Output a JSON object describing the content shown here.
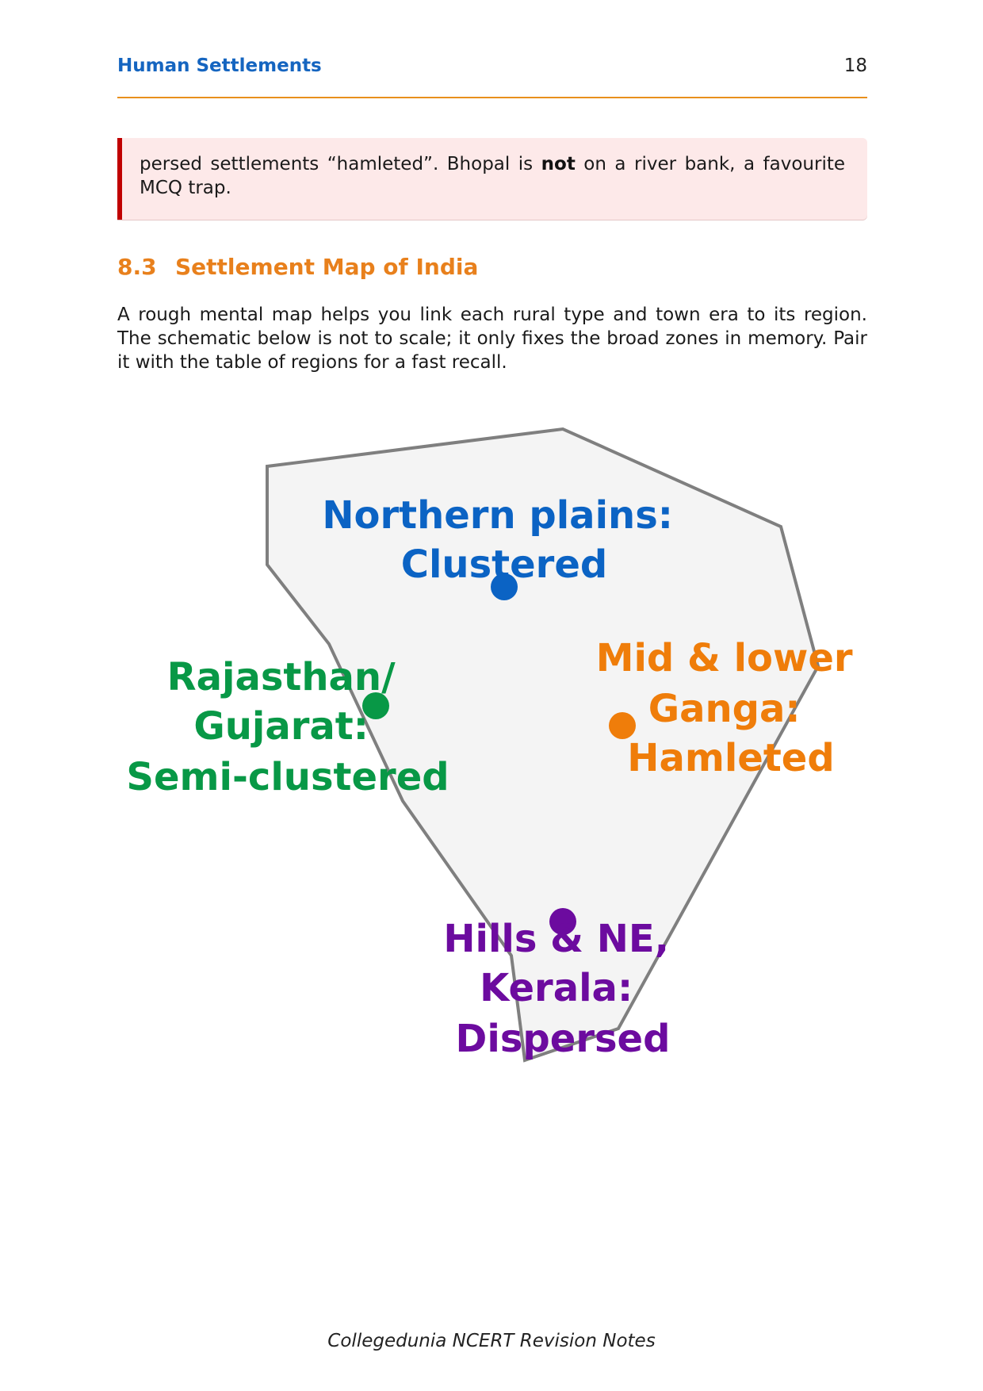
{
  "header": {
    "title": "Human Settlements",
    "page_number": "18"
  },
  "callout": {
    "part1": "persed settlements “hamleted”.  Bhopal is ",
    "bold": "not",
    "part2": " on a river bank, a favourite MCQ trap."
  },
  "section": {
    "number": "8.3",
    "title": "Settlement Map of India",
    "intro": "A rough mental map helps you link each rural type and town era to its region. The schematic below is not to scale; it only fixes the broad zones in memory.  Pair it with the table of regions for a fast recall."
  },
  "map": {
    "regions": [
      {
        "lines": [
          "Northern plains:",
          "Clustered"
        ],
        "color": "#0b63c4"
      },
      {
        "lines": [
          "Rajasthan/",
          "Gujarat:",
          "Semi-clustered"
        ],
        "color": "#089846"
      },
      {
        "lines": [
          "Mid & lower",
          "Ganga:",
          "Hamleted"
        ],
        "color": "#ef7d0a"
      },
      {
        "lines": [
          "Hills & NE,",
          "Kerala:",
          "Dispersed"
        ],
        "color": "#6c0b9f"
      }
    ]
  },
  "footer": {
    "text": "Collegedunia NCERT Revision Notes"
  }
}
